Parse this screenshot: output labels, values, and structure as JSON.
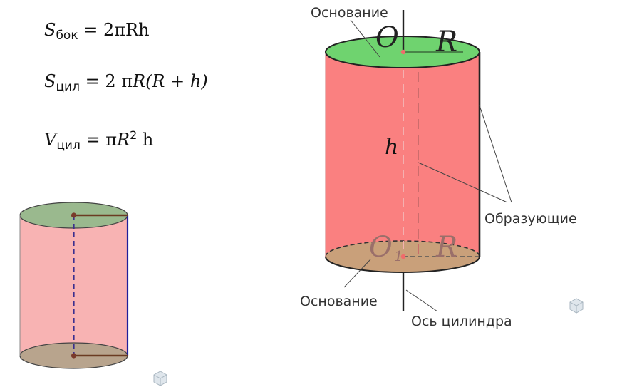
{
  "formulas": {
    "lateral": {
      "symbol": "S",
      "sub": "бок",
      "rhs": " = 2πRh"
    },
    "total": {
      "symbol": "S",
      "sub": "цил",
      "rhs_a": " = 2 π",
      "rhs_b": "R(R + h)"
    },
    "volume": {
      "symbol": "V",
      "sub": "цил",
      "rhs_a": " = π",
      "rhs_b": "R",
      "sup": "2",
      "rhs_c": " h"
    }
  },
  "labels": {
    "base_top": "Основание",
    "base_bottom": "Основание",
    "generatrices": "Образующие",
    "axis": "Ось цилиндра",
    "center_top": "O",
    "center_bottom": "O",
    "center_bottom_sub": "1",
    "radius_top": "R",
    "radius_bottom": "R",
    "height": "h"
  },
  "colors": {
    "side": "#fa8080",
    "top_base": "#6fd36f",
    "bottom_base": "#c9a07a",
    "small_side": "#f8b3b3",
    "small_base": "#9ab98e",
    "dark_edge": "#222222",
    "small_axis": "#3b2f8f"
  }
}
